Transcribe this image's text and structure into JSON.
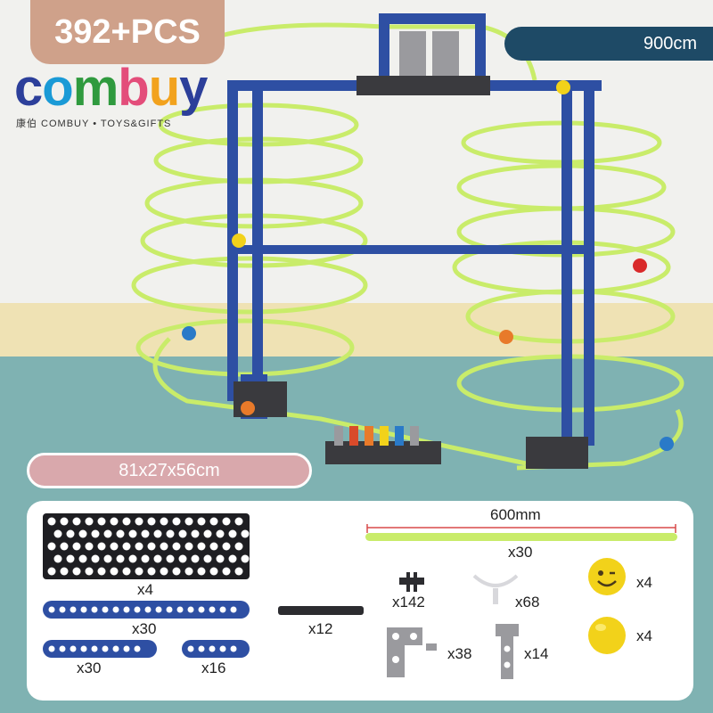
{
  "header": {
    "pieces": "392+PCS",
    "logo_text": [
      "c",
      "o",
      "m",
      "b",
      "u",
      "y"
    ],
    "logo_sub": "康伯  COMBUY • TOYS&GIFTS",
    "track_length": "900cm",
    "dimensions": "81x27x56cm"
  },
  "parts": {
    "rod_length": "600mm",
    "rod_qty": "x30",
    "board_qty": "x4",
    "long_beam_qty": "x30",
    "short_beam_qty": "x30",
    "mid_beam_qty": "x16",
    "axle_qty": "x12",
    "connector_qty": "x142",
    "clip_qty": "x68",
    "smiley_ball_qty": "x4",
    "plain_ball_qty": "x4",
    "bracket_qty": "x38",
    "small_bracket_qty": "x14"
  },
  "colors": {
    "frame_blue": "#2e4fa3",
    "track_green": "#c9ec6a",
    "ball_yellow": "#f2d21a",
    "pcs_tab": "#cfa18a",
    "length_pill": "#1e4a66",
    "dimension_pill": "#d9a8ac"
  }
}
